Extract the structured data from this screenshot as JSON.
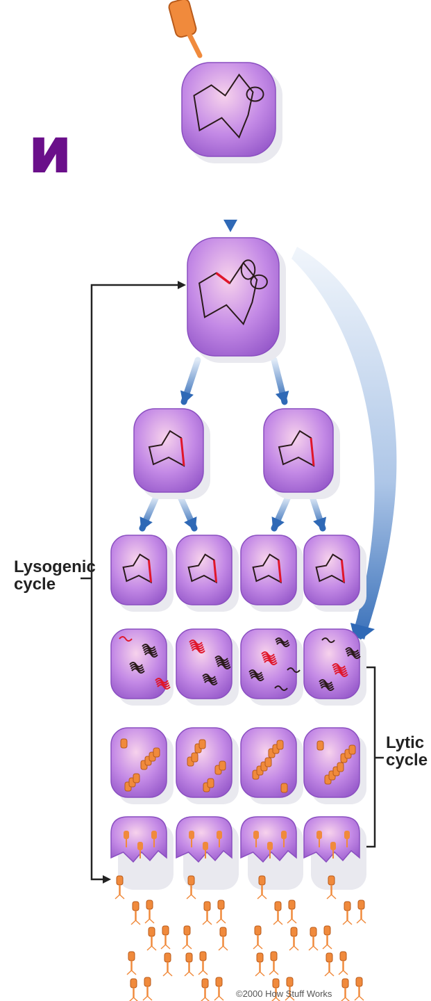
{
  "heading_fragment": "и",
  "labels": {
    "lysogenic_line1": "Lysogenic",
    "lysogenic_line2": "cycle",
    "lytic_line1": "Lytic",
    "lytic_line2": "cycle"
  },
  "copyright": "©2000 How Stuff Works",
  "colors": {
    "heading": "#6a0f8a",
    "cell_fill": "#b97ee0",
    "cell_highlight": "#f3c6e6",
    "viral_dna": "#e0162a",
    "bacterial_dna": "#2a1a1a",
    "phage": "#f08a3c",
    "arrow": "#2f69b6"
  }
}
